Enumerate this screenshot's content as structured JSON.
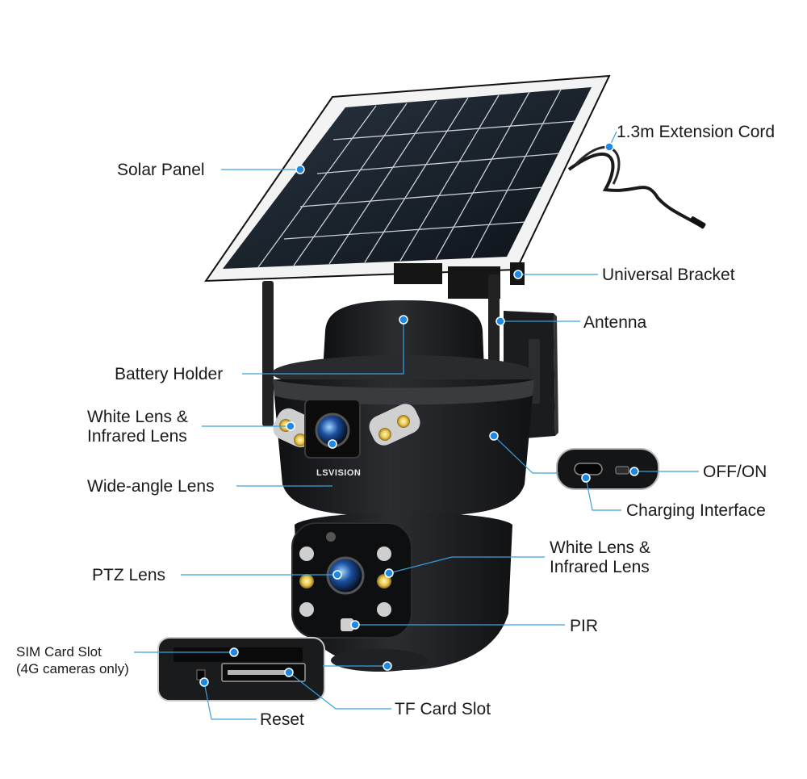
{
  "colors": {
    "leader": "#3aa0dc",
    "dot": "#1e88e5",
    "body": "#1d1e20",
    "panel": "#1a2430"
  },
  "brand_logo": "LSVISION",
  "labels": {
    "extension_cord": "1.3m Extension Cord",
    "solar_panel": "Solar Panel",
    "universal_bracket": "Universal Bracket",
    "antenna": "Antenna",
    "battery_holder": "Battery Holder",
    "white_lens_top_1": "White Lens &",
    "white_lens_top_2": "Infrared Lens",
    "off_on": "OFF/ON",
    "wide_angle_lens": "Wide-angle Lens",
    "charging_interface": "Charging Interface",
    "white_lens_right_1": "White Lens &",
    "white_lens_right_2": "Infrared Lens",
    "ptz_lens": "PTZ Lens",
    "pir": "PIR",
    "sim_slot_1": "SIM Card Slot",
    "sim_slot_2": "(4G cameras only)",
    "tf_card_slot": "TF Card Slot",
    "reset": "Reset"
  }
}
